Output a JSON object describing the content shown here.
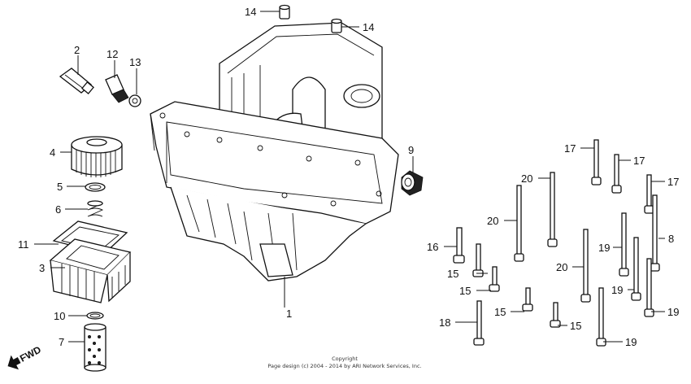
{
  "labels": {
    "l1": "1",
    "l2": "2",
    "l3": "3",
    "l4": "4",
    "l5": "5",
    "l6": "6",
    "l7": "7",
    "l8": "8",
    "l9": "9",
    "l10": "10",
    "l11": "11",
    "l12": "12",
    "l13": "13",
    "l14a": "14",
    "l14b": "14",
    "l15a": "15",
    "l15b": "15",
    "l15c": "15",
    "l15d": "15",
    "l16": "16",
    "l17a": "17",
    "l17b": "17",
    "l17c": "17",
    "l18": "18",
    "l19a": "19",
    "l19b": "19",
    "l19c": "19",
    "l19d": "19",
    "l20a": "20",
    "l20b": "20",
    "l20c": "20"
  },
  "fwd": "FWD",
  "copyright": {
    "line1": "Copyright",
    "line2": "Page design (c) 2004 - 2014 by ARI Network Services, Inc."
  }
}
